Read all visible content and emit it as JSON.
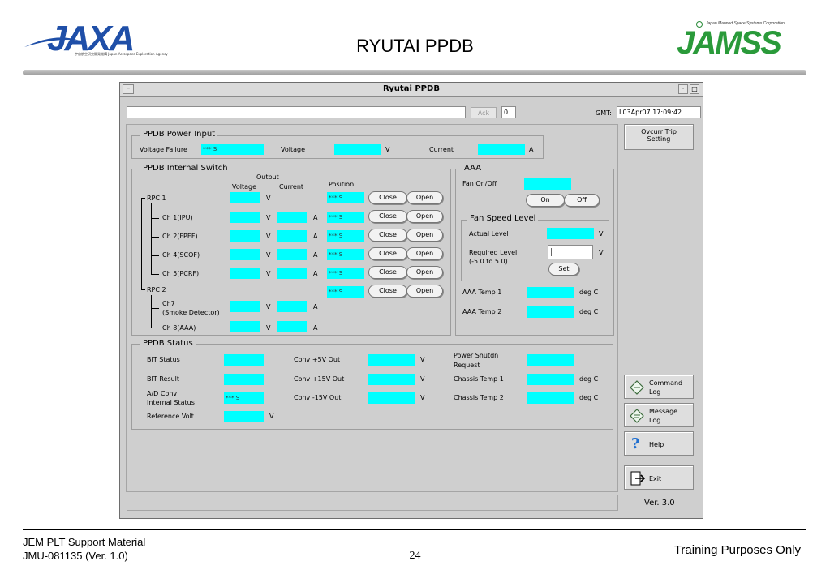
{
  "slide": {
    "title": "RYUTAI PPDB",
    "jaxa_logo_text": "JAXA",
    "jaxa_sub_text": "宇宙航空研究開発機構 Japan Aerospace Exploration Agency",
    "jamss_logo_text": "JAMSS",
    "jamss_sub_text": "Japan Manned Space Systems Corporation",
    "footer_line1": "JEM PLT Support Material",
    "footer_line2": "JMU-081135 (Ver. 1.0)",
    "page_number": "24",
    "footer_right": "Training Purposes Only"
  },
  "window": {
    "title": "Ryutai PPDB",
    "ack_label": "Ack",
    "ack_count": "0",
    "gmt_label": "GMT:",
    "gmt_value": "L03Apr07 17:09:42",
    "version": "Ver. 3.0"
  },
  "power_input": {
    "title": "PPDB Power Input",
    "voltage_failure_label": "Voltage Failure",
    "voltage_failure_value": "*** S",
    "voltage_label": "Voltage",
    "voltage_unit": "V",
    "current_label": "Current",
    "current_unit": "A"
  },
  "internal_switch": {
    "title": "PPDB Internal Switch",
    "output_header": "Output",
    "voltage_header": "Voltage",
    "current_header": "Current",
    "position_header": "Position",
    "unit_v": "V",
    "unit_a": "A",
    "close_label": "Close",
    "open_label": "Open",
    "rpc1": "RPC 1",
    "rpc2": "RPC 2",
    "position_value": "*** S",
    "ch1": "Ch 1(IPU)",
    "ch2": "Ch 2(FPEF)",
    "ch4": "Ch 4(SCOF)",
    "ch5": "Ch 5(PCRF)",
    "ch7_line1": "Ch7",
    "ch7_line2": "(Smoke Detector)",
    "ch8": "Ch 8(AAA)"
  },
  "aaa": {
    "title": "AAA",
    "fan_onoff_label": "Fan On/Off",
    "on_label": "On",
    "off_label": "Off",
    "fan_speed_title": "Fan Speed Level",
    "actual_level_label": "Actual Level",
    "required_level_label": "Required Level",
    "required_level_range": "(-5.0 to 5.0)",
    "unit_v": "V",
    "set_label": "Set",
    "temp1_label": "AAA Temp 1",
    "temp2_label": "AAA Temp 2",
    "deg_c": "deg C"
  },
  "status": {
    "title": "PPDB Status",
    "bit_status": "BIT Status",
    "bit_result": "BIT Result",
    "ad_conv_line1": "A/D Conv",
    "ad_conv_line2": "Internal Status",
    "ad_conv_value": "*** S",
    "reference_volt": "Reference Volt",
    "conv_p5": "Conv +5V Out",
    "conv_p15": "Conv +15V Out",
    "conv_m15": "Conv -15V Out",
    "power_shutdn_line1": "Power Shutdn",
    "power_shutdn_line2": "Request",
    "chassis_temp1": "Chassis Temp 1",
    "chassis_temp2": "Chassis Temp 2",
    "unit_v": "V",
    "deg_c": "deg C"
  },
  "sidebar": {
    "ovcurr_line1": "Ovcurr Trip",
    "ovcurr_line2": "Setting",
    "command_line1": "Command",
    "command_line2": "Log",
    "message_line1": "Message",
    "message_line2": "Log",
    "help": "Help",
    "exit": "Exit"
  },
  "colors": {
    "indicator": "#00ffff",
    "window_bg": "#cfcfcf",
    "jaxa_blue": "#1f4fa8",
    "jamss_green": "#2a9a3a"
  }
}
